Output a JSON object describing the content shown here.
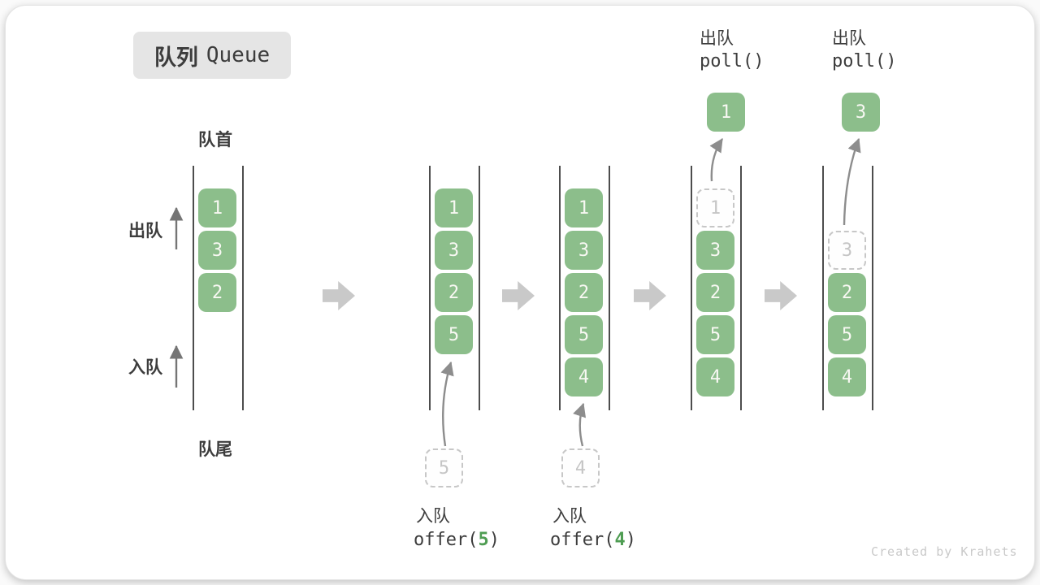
{
  "title": {
    "zh": "队列",
    "en": "Queue"
  },
  "labels": {
    "front": "队首",
    "rear": "队尾",
    "dequeue_side": "出队",
    "enqueue_side": "入队"
  },
  "queue_states": [
    {
      "cells": [
        {
          "v": "1",
          "slot": 0,
          "ghost": false
        },
        {
          "v": "3",
          "slot": 1,
          "ghost": false
        },
        {
          "v": "2",
          "slot": 2,
          "ghost": false
        }
      ]
    },
    {
      "cells": [
        {
          "v": "1",
          "slot": 0,
          "ghost": false
        },
        {
          "v": "3",
          "slot": 1,
          "ghost": false
        },
        {
          "v": "2",
          "slot": 2,
          "ghost": false
        },
        {
          "v": "5",
          "slot": 3,
          "ghost": false
        }
      ]
    },
    {
      "cells": [
        {
          "v": "1",
          "slot": 0,
          "ghost": false
        },
        {
          "v": "3",
          "slot": 1,
          "ghost": false
        },
        {
          "v": "2",
          "slot": 2,
          "ghost": false
        },
        {
          "v": "5",
          "slot": 3,
          "ghost": false
        },
        {
          "v": "4",
          "slot": 4,
          "ghost": false
        }
      ]
    },
    {
      "cells": [
        {
          "v": "1",
          "slot": 0,
          "ghost": true
        },
        {
          "v": "3",
          "slot": 1,
          "ghost": false
        },
        {
          "v": "2",
          "slot": 2,
          "ghost": false
        },
        {
          "v": "5",
          "slot": 3,
          "ghost": false
        },
        {
          "v": "4",
          "slot": 4,
          "ghost": false
        }
      ]
    },
    {
      "cells": [
        {
          "v": "3",
          "slot": 1,
          "ghost": true
        },
        {
          "v": "2",
          "slot": 2,
          "ghost": false
        },
        {
          "v": "5",
          "slot": 3,
          "ghost": false
        },
        {
          "v": "4",
          "slot": 4,
          "ghost": false
        }
      ]
    }
  ],
  "enqueue_ops": [
    {
      "label": "入队",
      "code_pre": "offer(",
      "arg": "5",
      "code_post": ")",
      "ghost_value": "5"
    },
    {
      "label": "入队",
      "code_pre": "offer(",
      "arg": "4",
      "code_post": ")",
      "ghost_value": "4"
    }
  ],
  "dequeue_ops": [
    {
      "label": "出队",
      "code": "poll()",
      "out_value": "1"
    },
    {
      "label": "出队",
      "code": "poll()",
      "out_value": "3"
    }
  ],
  "watermark": "Created by Krahets",
  "colors": {
    "cell_green": "#8cbe8b",
    "arg_green": "#4f9d53",
    "curve_arrow_gray": "#8d8d8d",
    "block_arrow_gray": "#c9c9c9",
    "ghost_gray": "#c7c7c7",
    "text_dark": "#3d3d3d"
  }
}
